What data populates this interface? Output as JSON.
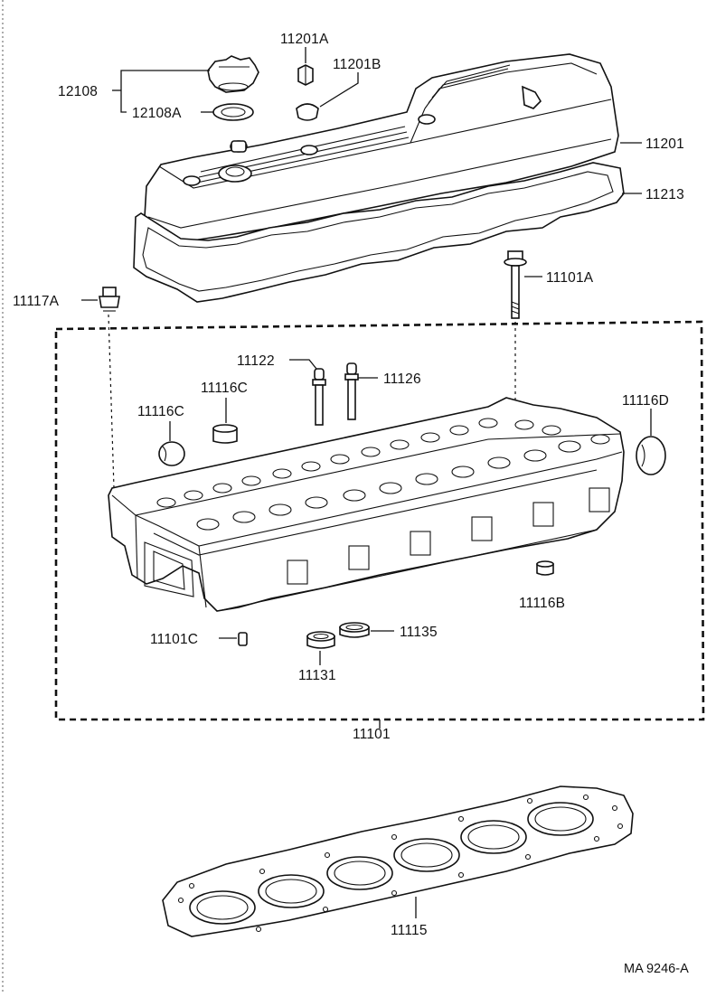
{
  "labels": {
    "p11201A": "11201A",
    "p11201B": "11201B",
    "p12108": "12108",
    "p12108A": "12108A",
    "p11201": "11201",
    "p11213": "11213",
    "p11117A": "11117A",
    "p11101A": "11101A",
    "p11122": "11122",
    "p11126": "11126",
    "p11116C_1": "11116C",
    "p11116C_2": "11116C",
    "p11116D": "11116D",
    "p11116B": "11116B",
    "p11101C": "11101C",
    "p11135": "11135",
    "p11131": "11131",
    "p11101": "11101",
    "p11115": "11115"
  },
  "figure_code": "MA 9246-A"
}
